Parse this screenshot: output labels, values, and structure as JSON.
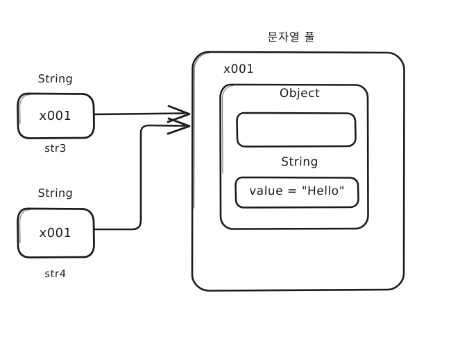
{
  "diagram": {
    "title": "문자열 풀",
    "background_color": "#ffffff",
    "stroke_color": "#1b1b1b",
    "text_color": "#1b1b1b",
    "pool": {
      "reference_label": "x001",
      "object_type_label": "Object",
      "object_empty_slot": "",
      "string_type_label": "String",
      "string_value": "value = \"Hello\""
    },
    "variables": [
      {
        "type_label": "String",
        "value": "x001",
        "name_label": "str3"
      },
      {
        "type_label": "String",
        "value": "x001",
        "name_label": "str4"
      }
    ],
    "arrows": [
      {
        "from": "str3",
        "to": "pool",
        "style": "straight"
      },
      {
        "from": "str4",
        "to": "pool",
        "style": "elbow"
      }
    ]
  }
}
